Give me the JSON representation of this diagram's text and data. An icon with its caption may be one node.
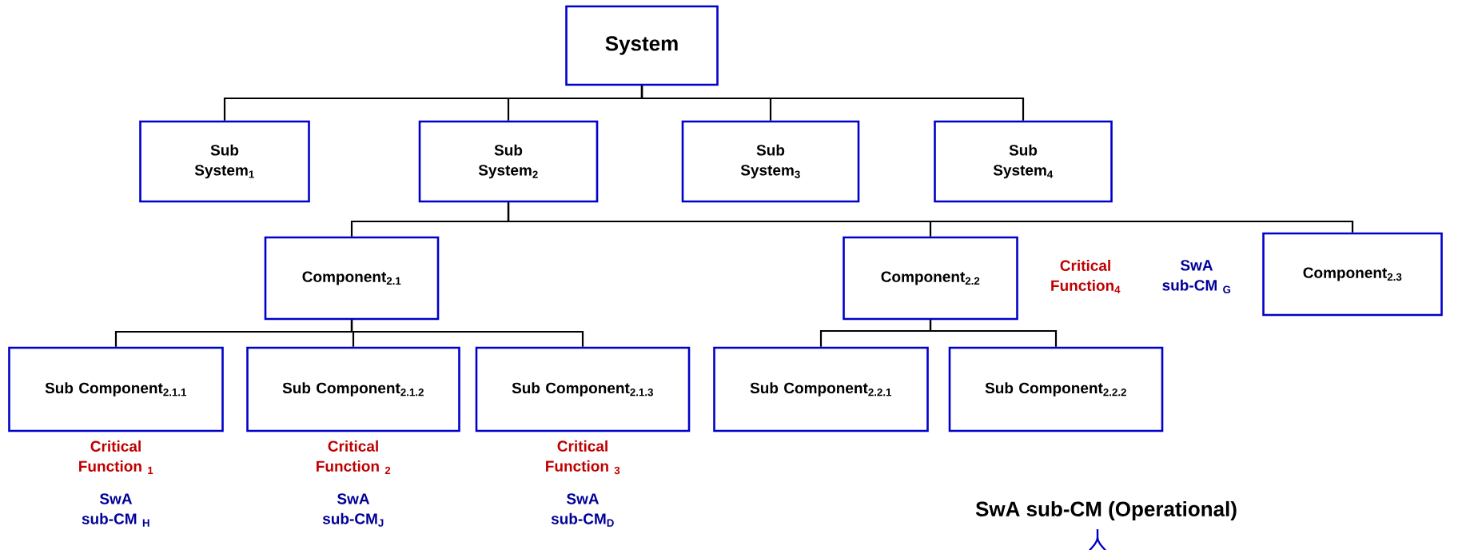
{
  "diagram": {
    "nodes": [
      {
        "text": [
          "System"
        ]
      },
      {
        "text": [
          "Sub System$_{1}$"
        ]
      },
      {
        "text": [
          "Sub System$_{2}$"
        ]
      },
      {
        "text": [
          "Sub System$_{3}$"
        ]
      },
      {
        "text": [
          "Sub System$_{4}$"
        ]
      },
      {
        "text": [
          "Component$_{2.1}$"
        ]
      },
      {
        "text": [
          "Component$_{2.2}$"
        ],
        "beside": [
          "Critical Function$_{4}$"
        ]
      },
      {
        "text": [
          "Component$_{2.3}$"
        ]
      },
      {
        "text": [
          "Sub Component$_{2.1.1}$"
        ],
        "beside": [
          "Critical Function $_{1}$",
          "SwA sub-CM $_{H}$"
        ]
      },
      {
        "text": [
          "Sub Component$_{2.1.2}$"
        ],
        "beside": [
          "Critical Function $_{2}$",
          "SwA sub-CM$_{J}$"
        ]
      },
      {
        "text": [
          "Sub Component$_{2.1.3}$"
        ],
        "beside": [
          "Critical Function $_{3}$",
          "SwA sub-CM$_{D}$"
        ]
      },
      {
        "text": [
          "Sub Component$_{2.2.1}$"
        ]
      },
      {
        "text": [
          "Sub Component$_{2.2.2}$"
        ]
      }
    ],
    "edges": [
      {
        "from": 0,
        "to": 1,
        "arrow": "none"
      },
      {
        "from": 0,
        "to": 2,
        "arrow": "none"
      },
      {
        "from": 0,
        "to": 3,
        "arrow": "none"
      },
      {
        "from": 0,
        "to": 4,
        "arrow": "none"
      },
      {
        "from": 2,
        "to": 5,
        "arrow": "none"
      },
      {
        "from": 2,
        "to": 6,
        "arrow": "none"
      },
      {
        "from": 2,
        "to": 7,
        "arrow": "none"
      },
      {
        "from": 5,
        "to": 8,
        "arrow": "none"
      },
      {
        "from": 5,
        "to": 9,
        "arrow": "none"
      },
      {
        "from": 5,
        "to": 10,
        "arrow": "none"
      },
      {
        "from": 6,
        "to": 11,
        "arrow": "none"
      },
      {
        "from": 6,
        "to": 12,
        "arrow": "none"
      }
    ],
    "labels": [
      "SwA sub-CM $_{G}$",
      "SwA sub-CM (Operational)"
    ]
  }
}
